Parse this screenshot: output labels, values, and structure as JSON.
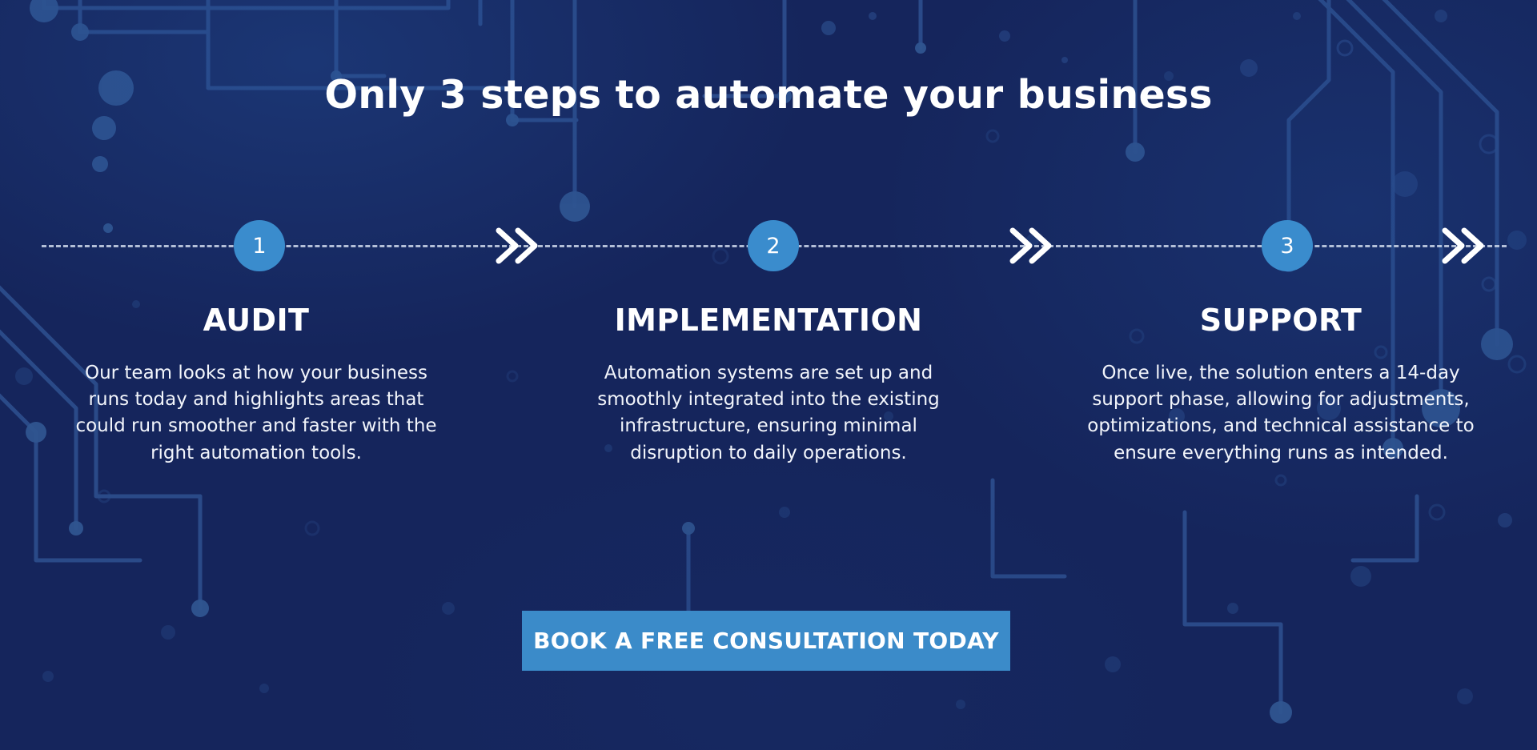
{
  "section": {
    "title": "Only 3 steps to automate your business",
    "background_color": "#15255c",
    "accent_color": "#3a8ccd",
    "rail_color": "#c9d4e8",
    "text_color": "#ffffff"
  },
  "timeline": {
    "markers": [
      {
        "number": "1",
        "name": "step-marker-1"
      },
      {
        "number": "2",
        "name": "step-marker-2"
      },
      {
        "number": "3",
        "name": "step-marker-3"
      }
    ],
    "separators": [
      {
        "icon": "double-chevron-right-icon"
      },
      {
        "icon": "double-chevron-right-icon"
      },
      {
        "icon": "double-chevron-right-icon"
      }
    ]
  },
  "steps": [
    {
      "number": "1",
      "heading": "AUDIT",
      "body": "Our team looks at how your business runs today and highlights areas that could run smoother and faster with the right automation tools."
    },
    {
      "number": "2",
      "heading": "IMPLEMENTATION",
      "body": "Automation systems are set up and smoothly integrated into the existing infrastructure, ensuring minimal disruption to daily operations."
    },
    {
      "number": "3",
      "heading": "SUPPORT",
      "body": "Once live, the solution enters a 14-day support phase, allowing for adjustments, optimizations, and technical assistance to ensure everything runs as intended."
    }
  ],
  "cta": {
    "label": "BOOK A FREE CONSULTATION TODAY",
    "background_color": "#3b8bc9"
  }
}
